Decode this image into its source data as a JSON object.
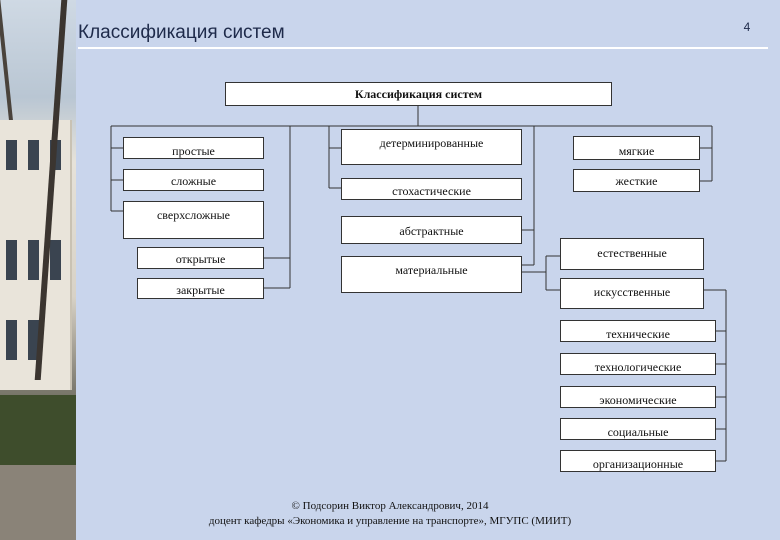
{
  "page_number": "4",
  "title": "Классификация систем",
  "root": "Классификация систем",
  "left_group_1": [
    "простые",
    "сложные",
    "сверхсложные"
  ],
  "left_group_2": [
    "открытые",
    "закрытые"
  ],
  "center_group": [
    "детерминированные",
    "стохастические",
    "абстрактные",
    "материальные"
  ],
  "right_group": [
    "мягкие",
    "жесткие"
  ],
  "material_types": [
    "естественные",
    "искусственные"
  ],
  "artificial_types": [
    "технические",
    "технологические",
    "экономические",
    "социальные",
    "организационные"
  ],
  "footer": {
    "line1": "© Подсорин Виктор Александрович, 2014",
    "line2": "доцент кафедры «Экономика и управление на транспорте», МГУПС (МИИТ)"
  }
}
